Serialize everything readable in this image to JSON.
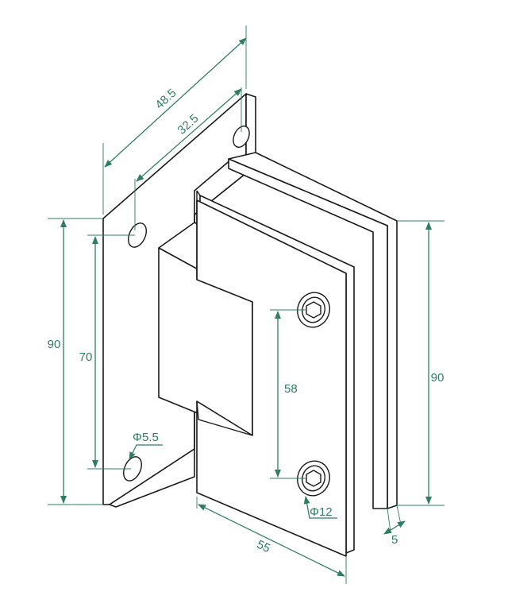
{
  "dimensions": {
    "top_width": "48.5",
    "hole_spacing_top": "32.5",
    "height_left": "90",
    "hole_spacing_left": "70",
    "hole_diameter_small": "Φ5.5",
    "screw_spacing": "58",
    "height_right": "90",
    "screw_diameter": "Φ12",
    "bottom_width": "55",
    "thickness": "5"
  },
  "colors": {
    "line": "#1a1a1a",
    "dimension": "#2f7d62",
    "background": "#ffffff"
  }
}
